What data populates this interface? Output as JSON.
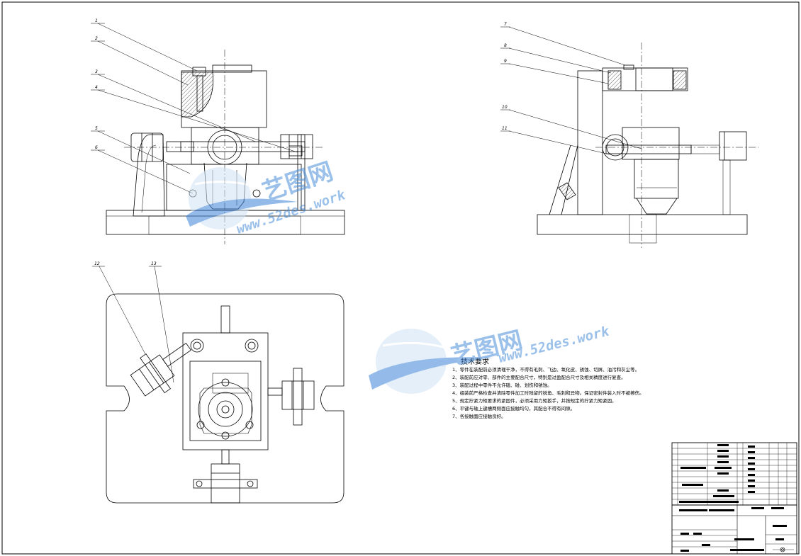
{
  "drawing": {
    "leader_labels_front": [
      "1",
      "2",
      "3",
      "4",
      "5",
      "6"
    ],
    "leader_labels_side": [
      "7",
      "8",
      "9",
      "10",
      "11"
    ],
    "leader_labels_top": [
      "12",
      "13"
    ]
  },
  "watermark": {
    "brand_cn": "艺图网",
    "brand_url": "www.52des.work",
    "color": "#4a90d9"
  },
  "notes": {
    "title": "技术要求",
    "lines": [
      "1、零件在装配前必须清理干净，不得有毛刺、飞边、氧化皮、锈蚀、切屑、油污和灰尘等。",
      "2、装配前应对零、部件的主要配合尺寸，特别是过盈配合尺寸及相关精度进行复查。",
      "3、装配过程中零件不允许磕、碰、划伤和锈蚀。",
      "4、组装前严格检查并清除零件加工时残留的锐角、毛刺和异物。保证密封件装入时不被擦伤。",
      "5、规定拧紧力矩要求的紧固件，必须采用力矩扳手，并按规定的拧紧力矩紧固。",
      "6、平键与轴上键槽两侧面应接触均匀，其配合不得有间隙。",
      "7、各接触面应接触良好。"
    ]
  },
  "title_block": {
    "part_names": [
      "",
      "",
      "",
      "",
      "",
      "",
      "",
      "",
      "",
      ""
    ],
    "revision_label": "",
    "stamp": ""
  }
}
